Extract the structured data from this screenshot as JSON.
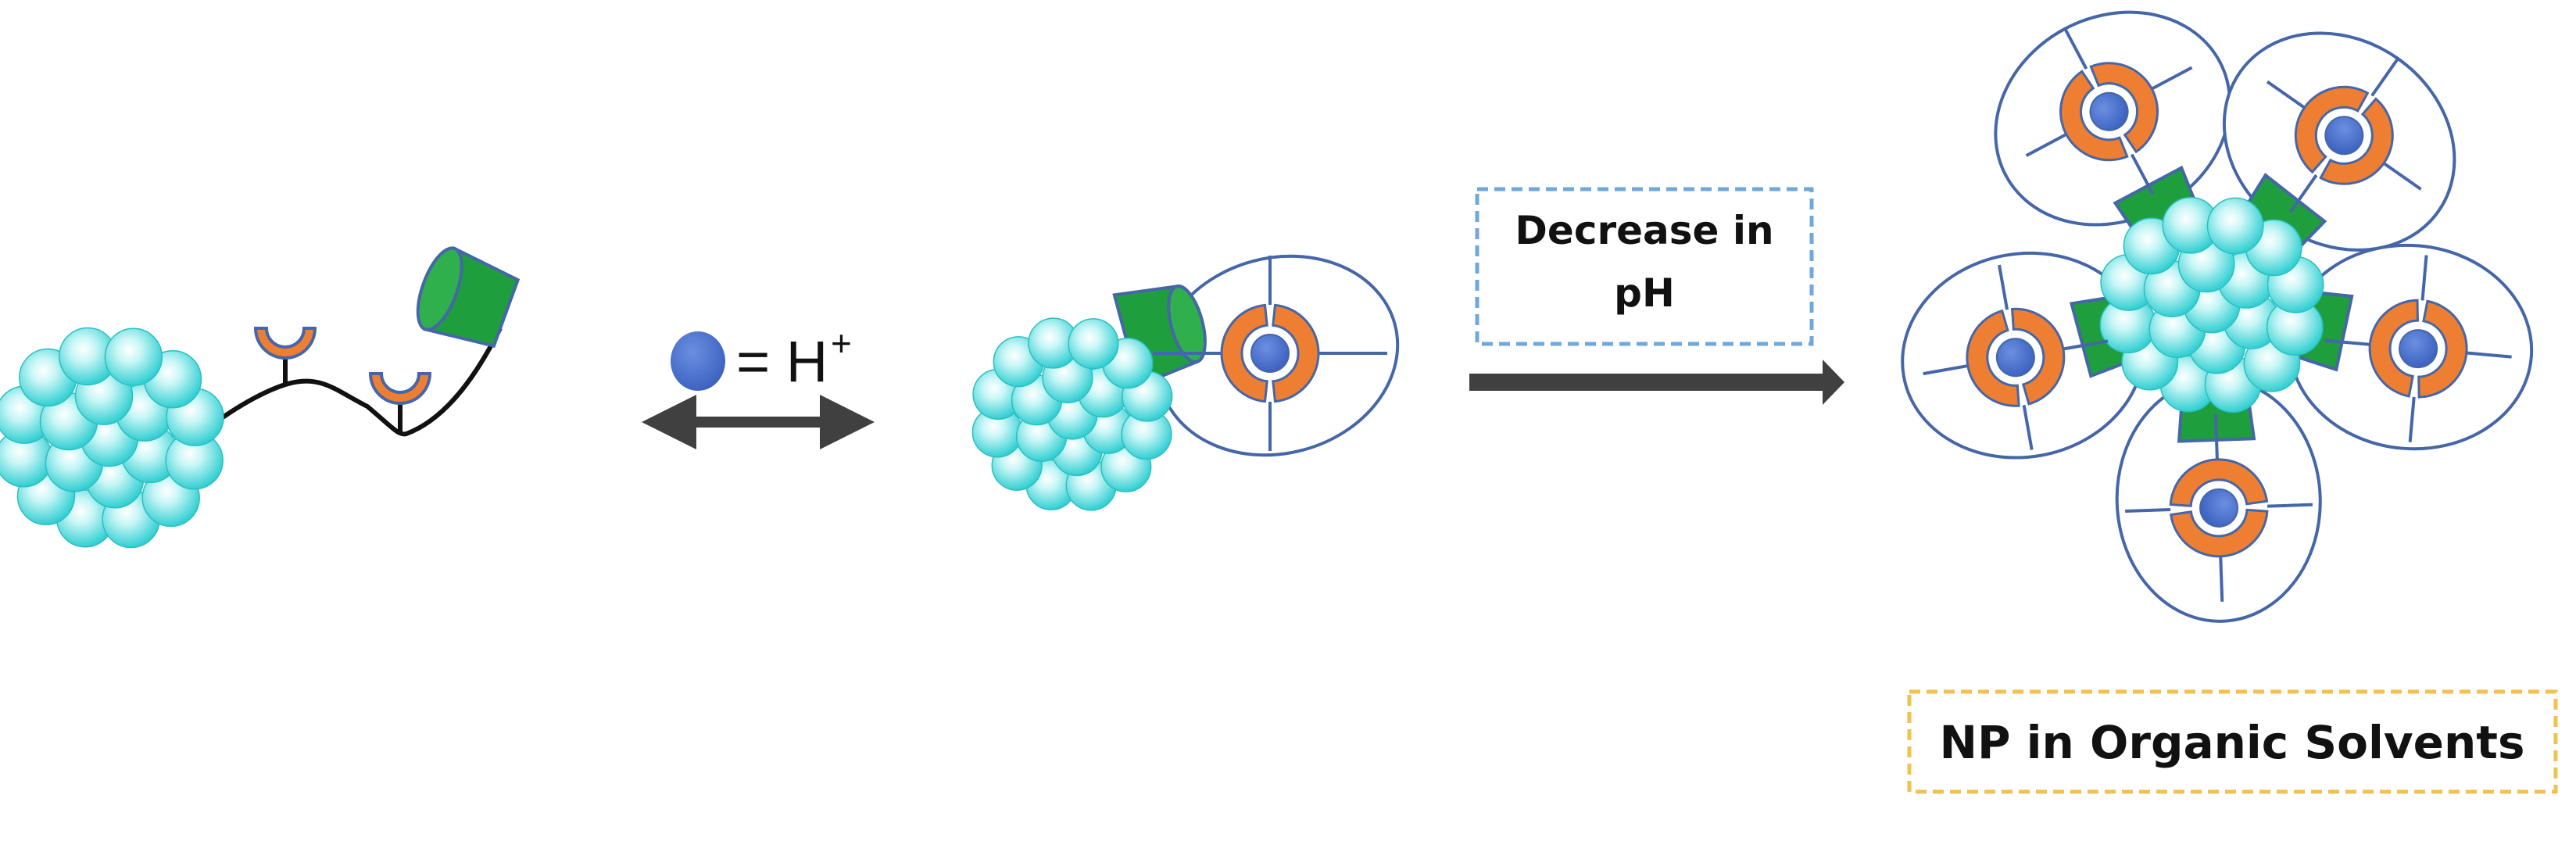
{
  "legend": {
    "equals": "= H",
    "superscript": "+"
  },
  "condition": {
    "line1": "Decrease in",
    "line2": "pH"
  },
  "result": {
    "label": "NP in Organic Solvents"
  },
  "colors": {
    "nanoparticle": "#3fd6d6",
    "receptor": "#ee7e31",
    "host": "#1f9e3d",
    "ion": "#4a6fc9",
    "outline": "#4566a8",
    "condition_border": "#6fa8dc",
    "result_border": "#f2c14e",
    "arrow": "#404040"
  },
  "icons": {
    "proton": "proton-icon",
    "nanoparticle": "nanoparticle-icon",
    "receptor": "receptor-icon",
    "host": "host-icon"
  }
}
